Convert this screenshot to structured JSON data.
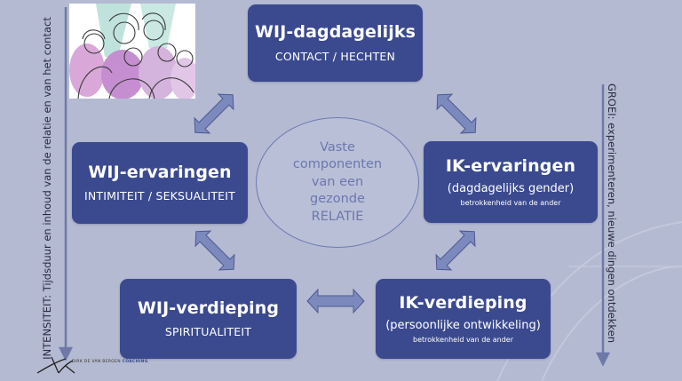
{
  "center": {
    "lines": [
      "Vaste",
      "componenten",
      "van een",
      "gezonde",
      "RELATIE"
    ]
  },
  "boxes": {
    "top": {
      "title": "WIJ-dagdagelijks",
      "subtitle": "CONTACT / HECHTEN"
    },
    "left": {
      "title": "WIJ-ervaringen",
      "subtitle": "INTIMITEIT / SEKSUALITEIT"
    },
    "right": {
      "title": "IK-ervaringen",
      "subtitle": "(dagdagelijks gender)",
      "note": "betrokkenheid van de ander"
    },
    "bottom_left": {
      "title": "WIJ-verdieping",
      "subtitle": "SPIRITUALITEIT"
    },
    "bottom_right": {
      "title": "IK-verdieping",
      "subtitle": "(persoonlijke ontwikkeling)",
      "note": "betrokkenheid van de ander"
    }
  },
  "side": {
    "left": "INTENSITEIT: Tijdsduur en inhoud van de relatie en van het contact",
    "right": "GROEI: experimenteren, nieuwe dingen ontdekken"
  },
  "logo": {
    "prefix": "DIRK DE VAN BERGEN",
    "suffix": "COACHING"
  },
  "colors": {
    "background": "#b4bad1",
    "box": "#3b4a8f",
    "arrow": "#7c89bd",
    "ellipse_text": "#6b78b0"
  }
}
